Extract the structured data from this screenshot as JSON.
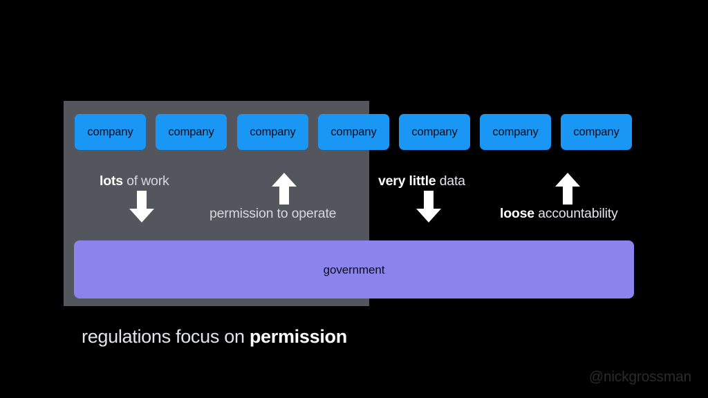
{
  "slide": {
    "background_color": "#000000",
    "panel": {
      "name": "permission-regime-panel",
      "color": "#53565d"
    },
    "accent_colors": {
      "company_blue": "#1a96f5",
      "government_purple": "#8a84ec",
      "panel_gray": "#53565d",
      "text_white": "#ffffff",
      "text_muted": "#d6d8db",
      "watermark_gray": "#2b2b2b"
    }
  },
  "companies": [
    {
      "label": "company"
    },
    {
      "label": "company"
    },
    {
      "label": "company"
    },
    {
      "label": "company"
    },
    {
      "label": "company"
    },
    {
      "label": "company"
    },
    {
      "label": "company"
    }
  ],
  "flows": [
    {
      "id": "lots-of-work",
      "strong": "lots",
      "normal": " of work",
      "arrow": "arrow-down",
      "side": "permission"
    },
    {
      "id": "permission-to-operate",
      "strong": "",
      "normal": "permission to operate",
      "arrow": "arrow-up",
      "side": "permission"
    },
    {
      "id": "very-little-data",
      "strong": "very little",
      "normal": " data",
      "arrow": "arrow-down",
      "side": "accountability"
    },
    {
      "id": "loose-accountability",
      "strong": "loose",
      "normal": " accountability",
      "arrow": "arrow-up",
      "side": "accountability"
    }
  ],
  "government": {
    "label": "government"
  },
  "caption": {
    "normal": "regulations focus on ",
    "strong": "permission"
  },
  "watermark": {
    "handle": "@nickgrossman"
  }
}
